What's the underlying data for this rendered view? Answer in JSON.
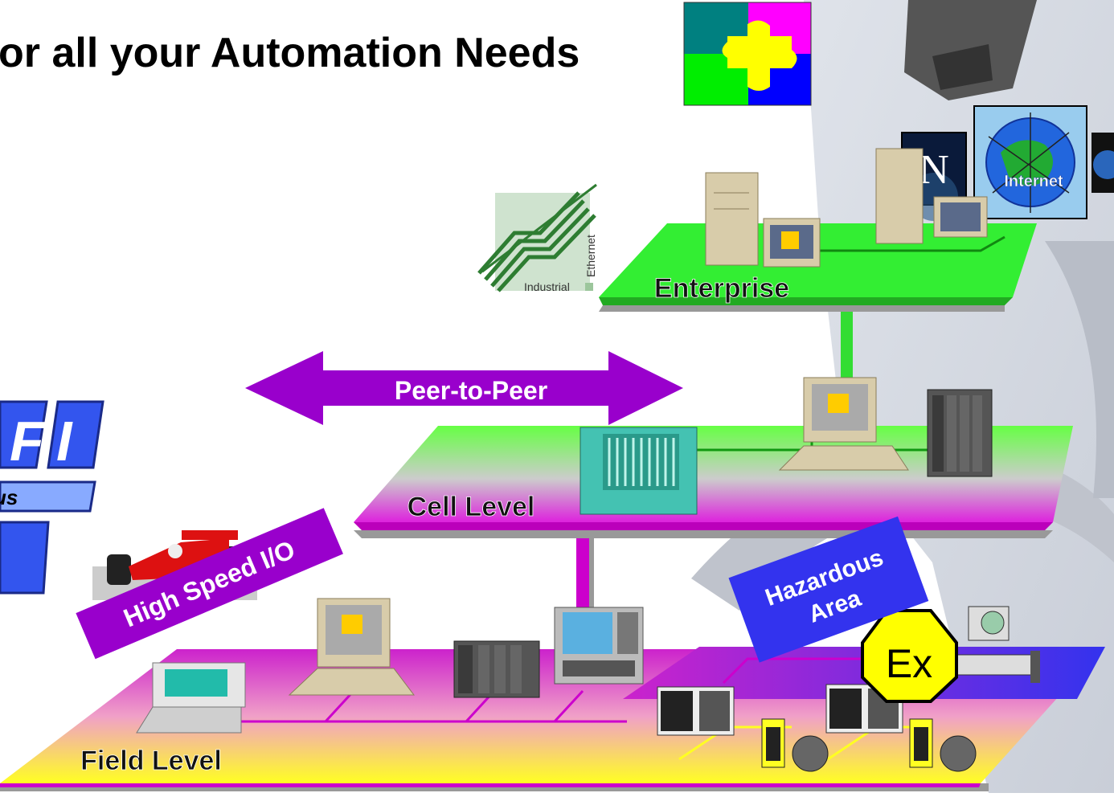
{
  "title": "or all your Automation Needs",
  "ethernet_logo": {
    "word1": "Industrial",
    "word2": "Ethernet"
  },
  "internet_badge": {
    "label": "Internet",
    "letter": "N"
  },
  "levels": {
    "enterprise": "Enterprise",
    "cell": "Cell Level",
    "field": "Field Level"
  },
  "peer_to_peer": "Peer-to-Peer",
  "high_speed": "High Speed I/O",
  "hazardous": {
    "line1": "Hazardous",
    "line2": "Area"
  },
  "ex_symbol": "Ex",
  "asi_logo": {
    "letter1": "F",
    "letter2": "I",
    "word": "us"
  },
  "colors": {
    "enterprise_green": "#33ee33",
    "cell_green": "#55ee55",
    "magenta": "#cc00cc",
    "purple_arrow": "#9900cc",
    "field_yellow": "#ffff22",
    "hazard_blue": "#3333ee",
    "asi_blue": "#3355ee"
  }
}
